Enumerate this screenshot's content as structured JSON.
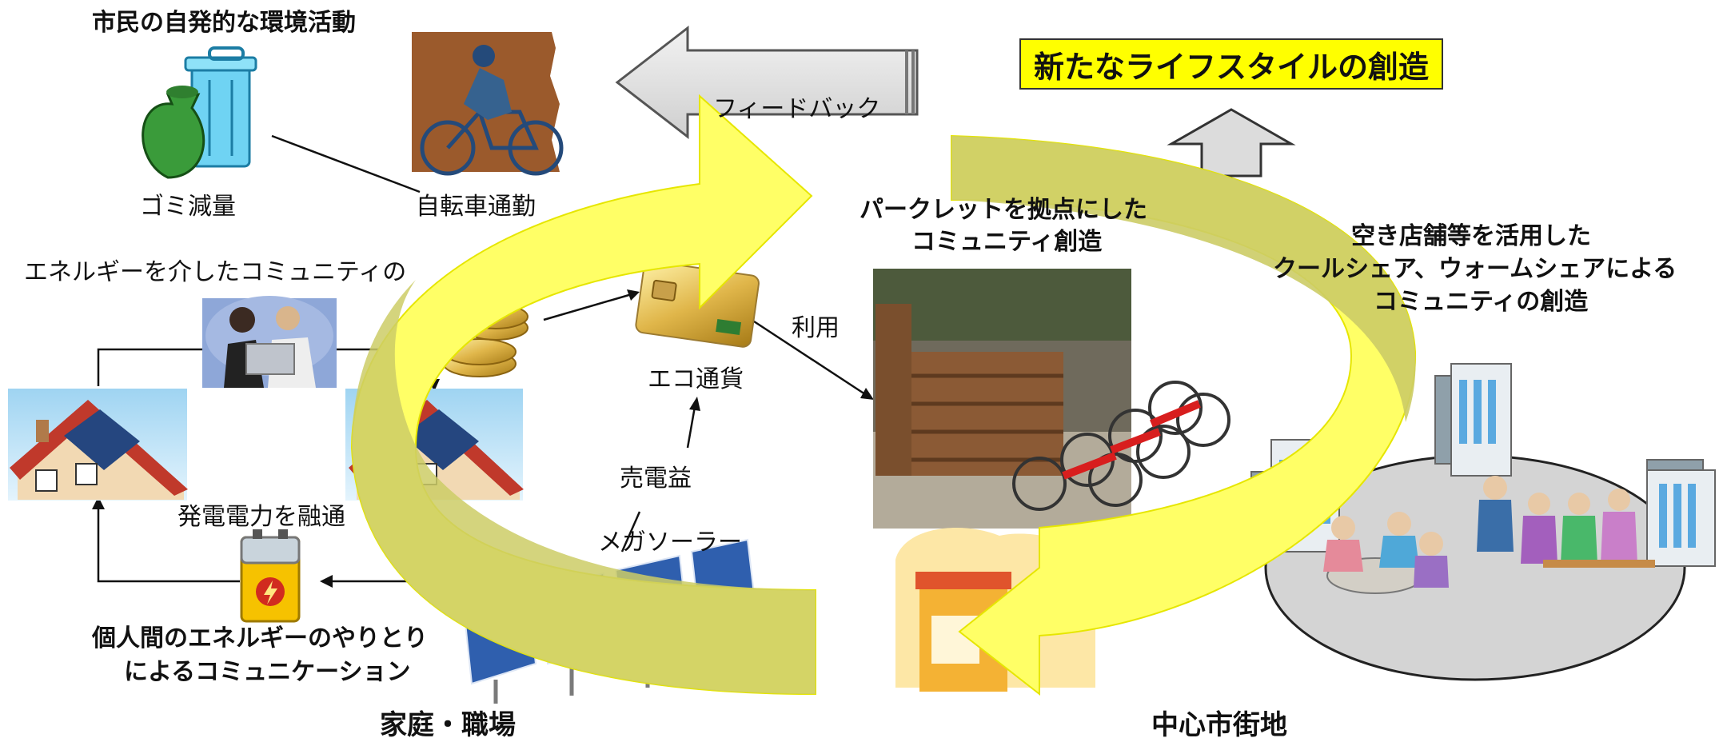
{
  "header_left": "市民の自発的な環境活動",
  "title_box": "新たなライフスタイルの創造",
  "feedback_label": "フィードバック",
  "labels": {
    "trash": "ゴミ減量",
    "bike": "自転車通勤",
    "energy_community": "エネルギーを介したコミュニティの",
    "power_share": "発電電力を融通",
    "individual_energy": [
      "個人間のエネルギーのやりとり",
      "によるコミュニケーション"
    ],
    "eco_currency": "エコ通貨",
    "usage": "利用",
    "power_sale": "売電益",
    "mega_solar": "メガソーラー",
    "parklet": [
      "パークレットを拠点にした",
      "コミュニティ創造"
    ],
    "vacant_store": [
      "空き店舗等を活用した",
      "クールシェア、ウォームシェアによる",
      "コミュニティの創造"
    ],
    "home_work": "家庭・職場",
    "city_center": "中心市街地"
  },
  "colors": {
    "cycle_arrow": "#ffff66",
    "cycle_arrow_olive": "#cccc66",
    "title_box": "#ffff00",
    "feedback_arrow": "#d9d9d9"
  }
}
